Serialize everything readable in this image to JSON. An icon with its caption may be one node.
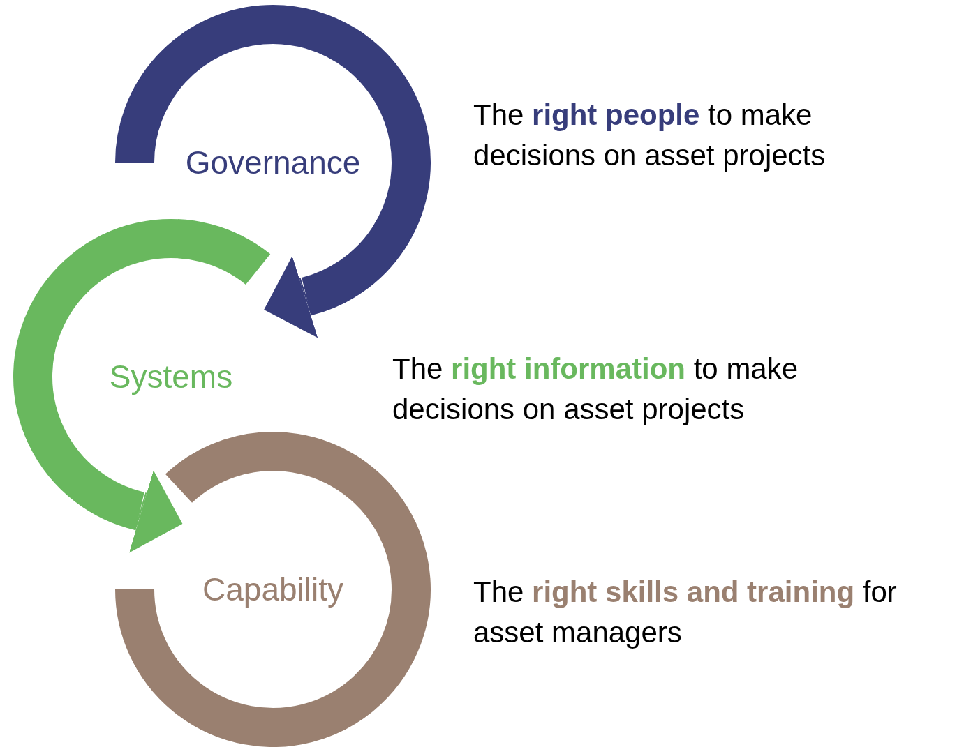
{
  "diagram": {
    "nodes": [
      {
        "text": [
          "Governance"
        ],
        "beside": [
          "The **right people** to make decisions on asset projects"
        ]
      },
      {
        "text": [
          "Systems"
        ]
      },
      {
        "text": [
          "Capability"
        ],
        "beside": [
          "The **right skills and training** for asset managers"
        ]
      }
    ],
    "edges": [
      {
        "from": 0,
        "to": 1,
        "arrow": "to",
        "color": "#373d7b"
      },
      {
        "from": 1,
        "to": 2,
        "arrow": "to",
        "color": "#69b85e"
      }
    ],
    "labels": [
      "The **right information** to make decisions on asset projects"
    ]
  }
}
